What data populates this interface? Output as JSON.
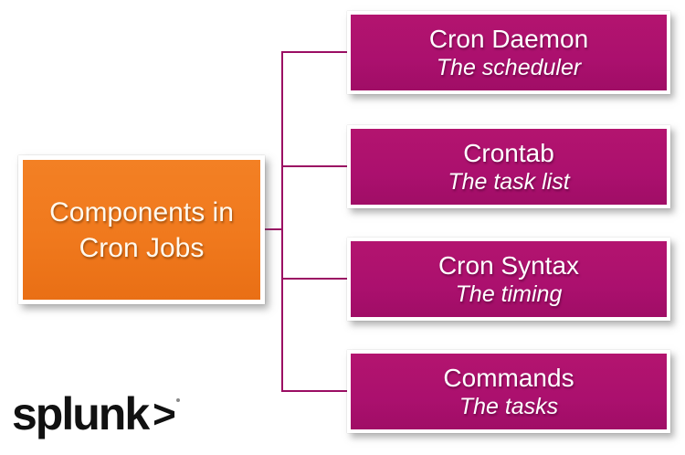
{
  "diagram": {
    "root": {
      "title": "Components in Cron Jobs"
    },
    "nodes": [
      {
        "title": "Cron Daemon",
        "subtitle": "The scheduler"
      },
      {
        "title": "Crontab",
        "subtitle": "The task list"
      },
      {
        "title": "Cron Syntax",
        "subtitle": "The timing"
      },
      {
        "title": "Commands",
        "subtitle": "The tasks"
      }
    ]
  },
  "branding": {
    "logo_text": "splunk",
    "logo_chevron": ">"
  },
  "colors": {
    "root_fill": "#F0791D",
    "node_fill": "#AB106E",
    "connector": "#9B0E63",
    "root_text": "#FFF9EE",
    "node_text": "#FFFFFF",
    "logo_text_color": "#111111"
  }
}
